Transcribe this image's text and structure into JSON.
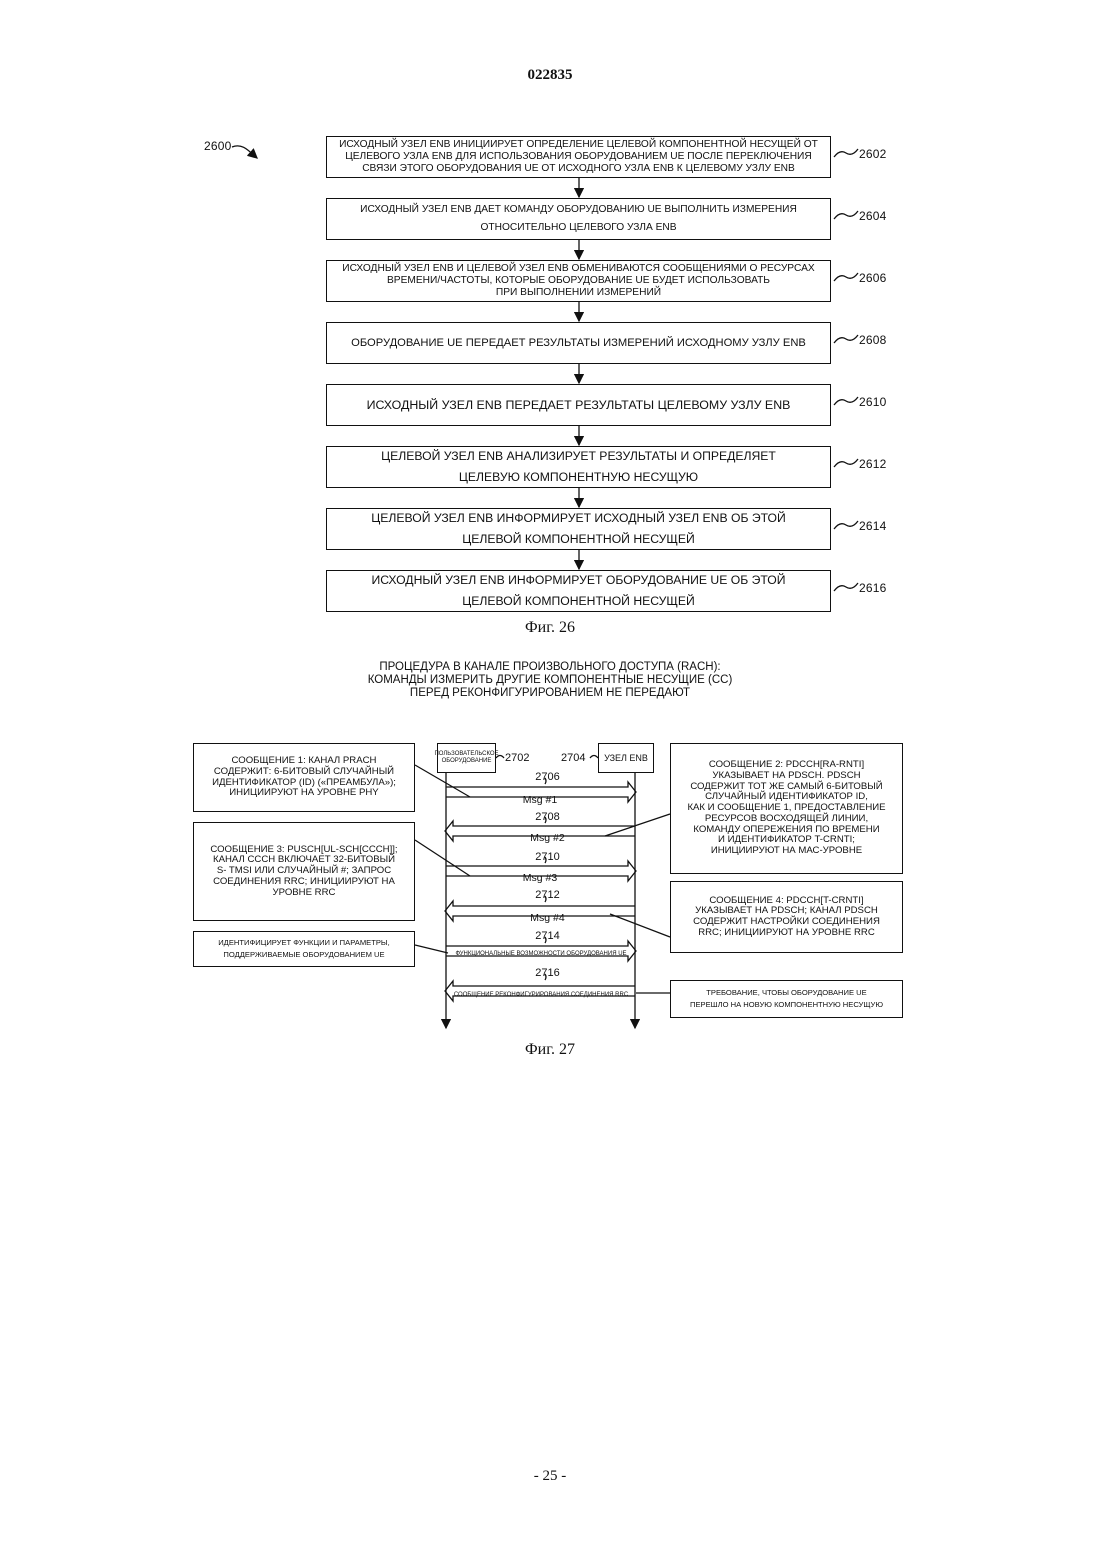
{
  "page": {
    "header": "022835",
    "page_number": "- 25 -"
  },
  "fig26": {
    "ref_main": "2600",
    "caption": "Фиг. 26",
    "steps": [
      {
        "ref": "2602",
        "text": "ИСХОДНЫЙ УЗЕЛ ENB ИНИЦИИРУЕТ ОПРЕДЕЛЕНИЕ ЦЕЛЕВОЙ КОМПОНЕНТНОЙ НЕСУЩЕЙ ОТ\nЦЕЛЕВОГО УЗЛА ENB ДЛЯ ИСПОЛЬЗОВАНИЯ ОБОРУДОВАНИЕМ UE ПОСЛЕ ПЕРЕКЛЮЧЕНИЯ\nСВЯЗИ ЭТОГО ОБОРУДОВАНИЯ UE ОТ ИСХОДНОГО УЗЛА ENB К ЦЕЛЕВОМУ УЗЛУ ENB"
      },
      {
        "ref": "2604",
        "text": "ИСХОДНЫЙ УЗЕЛ ENB ДАЕТ КОМАНДУ ОБОРУДОВАНИЮ UE ВЫПОЛНИТЬ ИЗМЕРЕНИЯ\nОТНОСИТЕЛЬНО ЦЕЛЕВОГО УЗЛА ENB"
      },
      {
        "ref": "2606",
        "text": "ИСХОДНЫЙ УЗЕЛ ENB И ЦЕЛЕВОЙ УЗЕЛ ENB ОБМЕНИВАЮТСЯ СООБЩЕНИЯМИ О РЕСУРСАХ\nВРЕМЕНИ/ЧАСТОТЫ, КОТОРЫЕ ОБОРУДОВАНИЕ UE БУДЕТ ИСПОЛЬЗОВАТЬ\nПРИ ВЫПОЛНЕНИИ ИЗМЕРЕНИЙ"
      },
      {
        "ref": "2608",
        "text": "ОБОРУДОВАНИЕ UE ПЕРЕДАЕТ РЕЗУЛЬТАТЫ ИЗМЕРЕНИЙ ИСХОДНОМУ УЗЛУ ENB"
      },
      {
        "ref": "2610",
        "text": "ИСХОДНЫЙ УЗЕЛ ENB ПЕРЕДАЕТ РЕЗУЛЬТАТЫ ЦЕЛЕВОМУ УЗЛУ ENB"
      },
      {
        "ref": "2612",
        "text": "ЦЕЛЕВОЙ УЗЕЛ ENB АНАЛИЗИРУЕТ РЕЗУЛЬТАТЫ И ОПРЕДЕЛЯЕТ\nЦЕЛЕВУЮ КОМПОНЕНТНУЮ НЕСУЩУЮ"
      },
      {
        "ref": "2614",
        "text": "ЦЕЛЕВОЙ УЗЕЛ ENB ИНФОРМИРУЕТ ИСХОДНЫЙ УЗЕЛ ENB ОБ ЭТОЙ\nЦЕЛЕВОЙ КОМПОНЕНТНОЙ НЕСУЩЕЙ"
      },
      {
        "ref": "2616",
        "text": "ИСХОДНЫЙ УЗЕЛ ENB ИНФОРМИРУЕТ ОБОРУДОВАНИЕ UE ОБ ЭТОЙ\nЦЕЛЕВОЙ КОМПОНЕНТНОЙ НЕСУЩЕЙ"
      }
    ]
  },
  "fig27": {
    "title": "ПРОЦЕДУРА В КАНАЛЕ ПРОИЗВОЛЬНОГО ДОСТУПА (RACH):\nКОМАНДЫ ИЗМЕРИТЬ ДРУГИЕ КОМПОНЕНТНЫЕ НЕСУЩИЕ (CC)\nПЕРЕД РЕКОНФИГУРИРОВАНИЕМ НЕ ПЕРЕДАЮТ",
    "caption": "Фиг. 27",
    "ue": {
      "label": "ПОЛЬЗОВАТЕЛЬСКОЕ\nОБОРУДОВАНИЕ",
      "ref": "2702"
    },
    "enb": {
      "label": "УЗЕЛ ENB",
      "ref": "2704"
    },
    "messages": [
      {
        "ref": "2706",
        "label": "Msg #1"
      },
      {
        "ref": "2708",
        "label": "Msg #2"
      },
      {
        "ref": "2710",
        "label": "Msg #3"
      },
      {
        "ref": "2712",
        "label": "Msg #4"
      },
      {
        "ref": "2714",
        "label": "ФУНКЦИОНАЛЬНЫЕ ВОЗМОЖНОСТИ ОБОРУДОВАНИЯ UE"
      },
      {
        "ref": "2716",
        "label": "СООБЩЕНИЕ РЕКОНФИГУРИРОВАНИЯ СОЕДИНЕНИЯ RRC"
      }
    ],
    "notes": {
      "msg1": "СООБЩЕНИЕ 1: КАНАЛ PRACH\nСОДЕРЖИТ: 6-БИТОВЫЙ СЛУЧАЙНЫЙ\nИДЕНТИФИКАТОР (ID) («ПРЕАМБУЛА»);\nИНИЦИИРУЮТ НА УРОВНЕ PHY",
      "msg3": "СООБЩЕНИЕ 3: PUSCH[UL-SCH[CCCH]];\nКАНАЛ CCCH ВКЛЮЧАЕТ 32-БИТОВЫЙ\nS- TMSI ИЛИ СЛУЧАЙНЫЙ #; ЗАПРОС\nСОЕДИНЕНИЯ RRC; ИНИЦИИРУЮТ НА\nУРОВНЕ RRC",
      "capability": "ИДЕНТИФИЦИРУЕТ ФУНКЦИИ И ПАРАМЕТРЫ,\nПОДДЕРЖИВАЕМЫЕ ОБОРУДОВАНИЕМ UE",
      "msg2": "СООБЩЕНИЕ 2: PDCCH[RA-RNTI]\nУКАЗЫВАЕТ НА PDSCH. PDSCH\nСОДЕРЖИТ ТОТ ЖЕ САМЫЙ 6-БИТОВЫЙ\nСЛУЧАЙНЫЙ ИДЕНТИФИКАТОР ID,\nКАК И СООБЩЕНИЕ 1, ПРЕДОСТАВЛЕНИЕ\nРЕСУРСОВ ВОСХОДЯЩЕЙ ЛИНИИ,\nКОМАНДУ ОПЕРЕЖЕНИЯ ПО ВРЕМЕНИ\nИ ИДЕНТИФИКАТОР T-CRNTI;\nИНИЦИИРУЮТ НА МАС-УРОВНЕ",
      "msg4": "СООБЩЕНИЕ 4: PDCCH[T-CRNTI]\nУКАЗЫВАЕТ НА PDSCH; КАНАЛ PDSCH\nСОДЕРЖИТ НАСТРОЙКИ СОЕДИНЕНИЯ\nRRC; ИНИЦИИРУЮТ НА УРОВНЕ RRC",
      "reconfig": "ТРЕБОВАНИЕ, ЧТОБЫ ОБОРУДОВАНИЕ UE\nПЕРЕШЛО НА НОВУЮ КОМПОНЕНТНУЮ НЕСУЩУЮ"
    }
  }
}
